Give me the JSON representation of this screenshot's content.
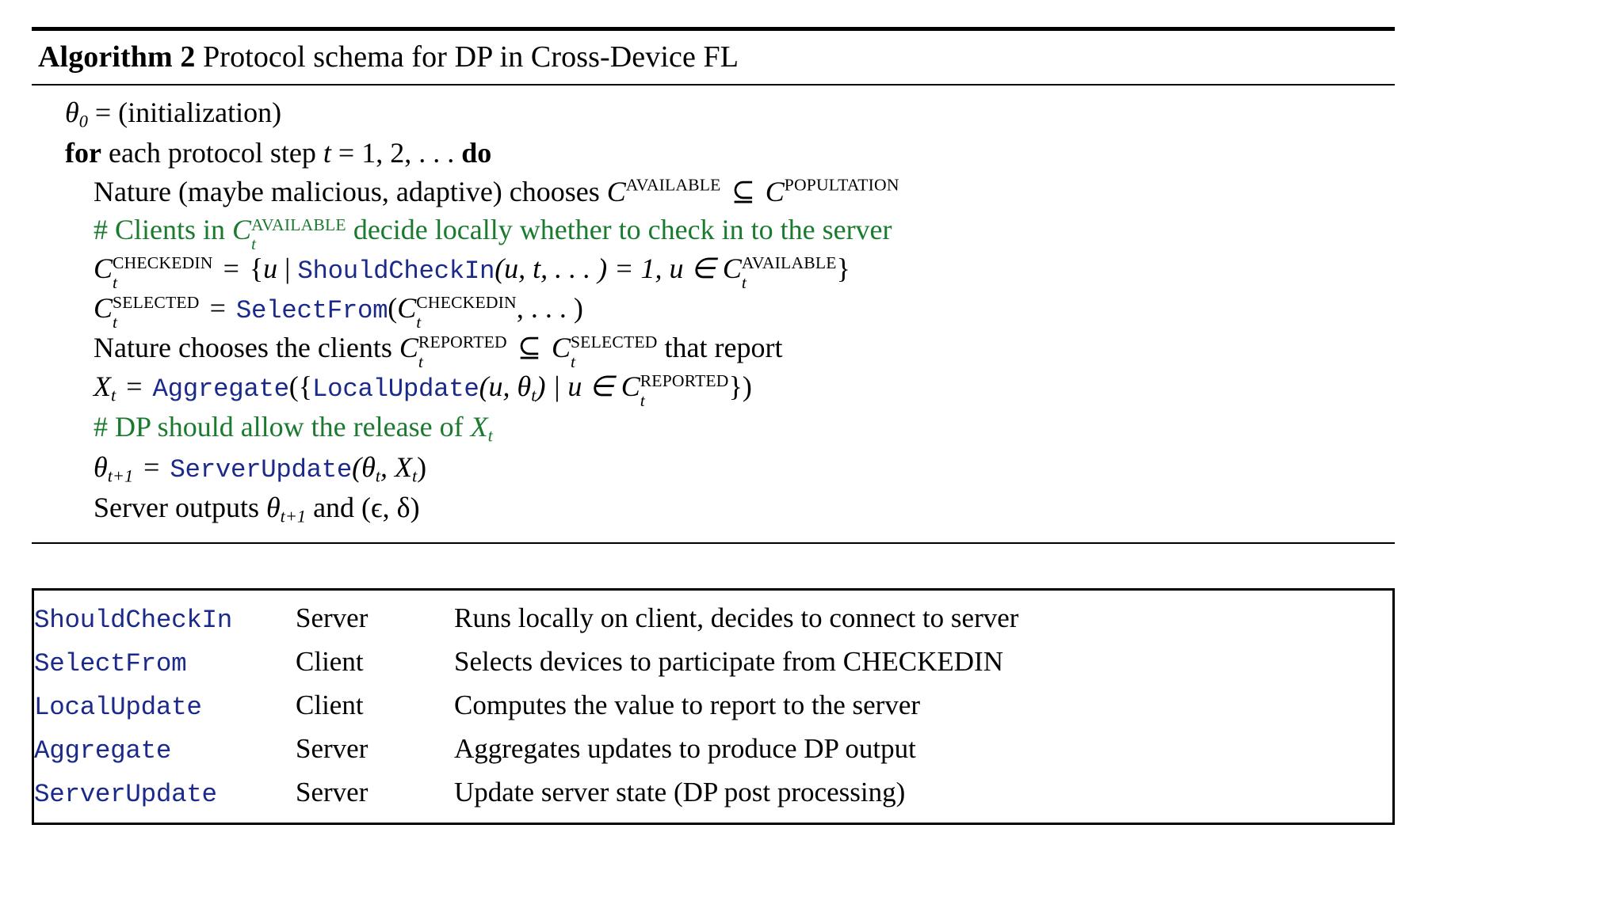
{
  "algorithm": {
    "label": "Algorithm 2",
    "title": "Protocol schema for DP in Cross-Device FL",
    "lines": {
      "init_theta": "θ",
      "init_sub": "0",
      "init_eq": "= (initialization)",
      "for_kw": "for",
      "for_text": "each protocol step",
      "for_var": "t",
      "for_range": "= 1, 2, . . .",
      "do_kw": "do",
      "nature_text": "Nature (maybe malicious, adaptive) chooses",
      "c_available": "AVAILABLE",
      "subset": "⊆",
      "c_popultation": "POPULTATION",
      "comment1_hash": "#",
      "comment1_a": "Clients in",
      "comment1_b": "decide locally whether to check in to the server",
      "checkedin": "CHECKEDIN",
      "checkedin_eq": "=",
      "set_open": "{",
      "set_u": "u",
      "set_bar": "|",
      "fn_shouldcheckin": "ShouldCheckIn",
      "shouldcheckin_args": "(u, t, . . . ) = 1, u ∈",
      "set_close": "}",
      "selected": "SELECTED",
      "selected_eq": "=",
      "fn_selectfrom": "SelectFrom",
      "selectfrom_open": "(",
      "selectfrom_tail": ", . . . )",
      "nature2_text": "Nature chooses the clients",
      "reported": "REPORTED",
      "nature2_tail": "that report",
      "xt": "X",
      "xt_eq": "=",
      "fn_aggregate": "Aggregate",
      "agg_open": "({",
      "fn_localupdate": "LocalUpdate",
      "localupdate_args": "(u, θ",
      "localupdate_args2": ") | u ∈",
      "agg_close": "})",
      "comment2_hash": "#",
      "comment2_text": "DP should allow the release of",
      "comment2_var": "X",
      "theta_next": "θ",
      "theta_next_sub": "t+1",
      "theta_next_eq": "=",
      "fn_serverupdate": "ServerUpdate",
      "serverupdate_args": "(θ",
      "serverupdate_args2": ", X",
      "serverupdate_args3": ")",
      "output_text": "Server outputs",
      "output_and": "and (ϵ, δ)",
      "t_sub": "t"
    }
  },
  "functions_table": {
    "rows": [
      {
        "name": "ShouldCheckIn",
        "role": "Server",
        "description": "Runs locally on client, decides to connect to server"
      },
      {
        "name": "SelectFrom",
        "role": "Client",
        "description": "Selects devices to participate from CHECKEDIN"
      },
      {
        "name": "LocalUpdate",
        "role": "Client",
        "description": "Computes the value to report to the server"
      },
      {
        "name": "Aggregate",
        "role": "Server",
        "description": "Aggregates updates to produce DP output"
      },
      {
        "name": "ServerUpdate",
        "role": "Server",
        "description": "Update server state (DP post processing)"
      }
    ]
  },
  "colors": {
    "function_blue": "#1b2a8a",
    "comment_green": "#1a7a2e",
    "text_black": "#000000"
  }
}
